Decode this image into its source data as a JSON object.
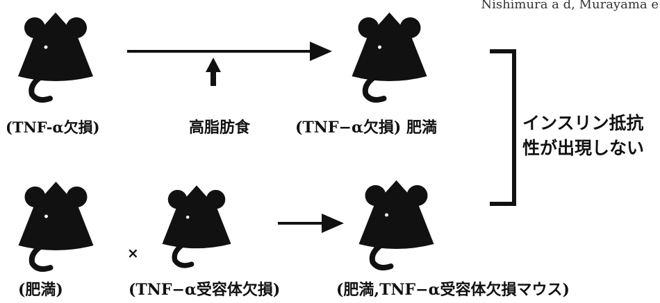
{
  "header": {
    "citation": "Nishimura a d, Murayama e"
  },
  "mice": [
    {
      "label": "(TNF-α欠損)"
    },
    {
      "label": "(TNF−α欠損) 肥満"
    },
    {
      "label": "(肥満)"
    },
    {
      "label": "(TNF−α受容体欠損)"
    },
    {
      "label": "(肥満,TNF−α受容体欠損マウス)"
    }
  ],
  "diet": {
    "label": "高脂肪食"
  },
  "cross_symbol": "×",
  "result": {
    "line1": "インスリン抵抗",
    "line2": "性が出現しない"
  },
  "icons": [
    "mouse-icon",
    "arrow-right-icon",
    "arrow-up-icon",
    "bracket"
  ],
  "colors": {
    "ink": "#111111",
    "background": "#ffffff"
  }
}
